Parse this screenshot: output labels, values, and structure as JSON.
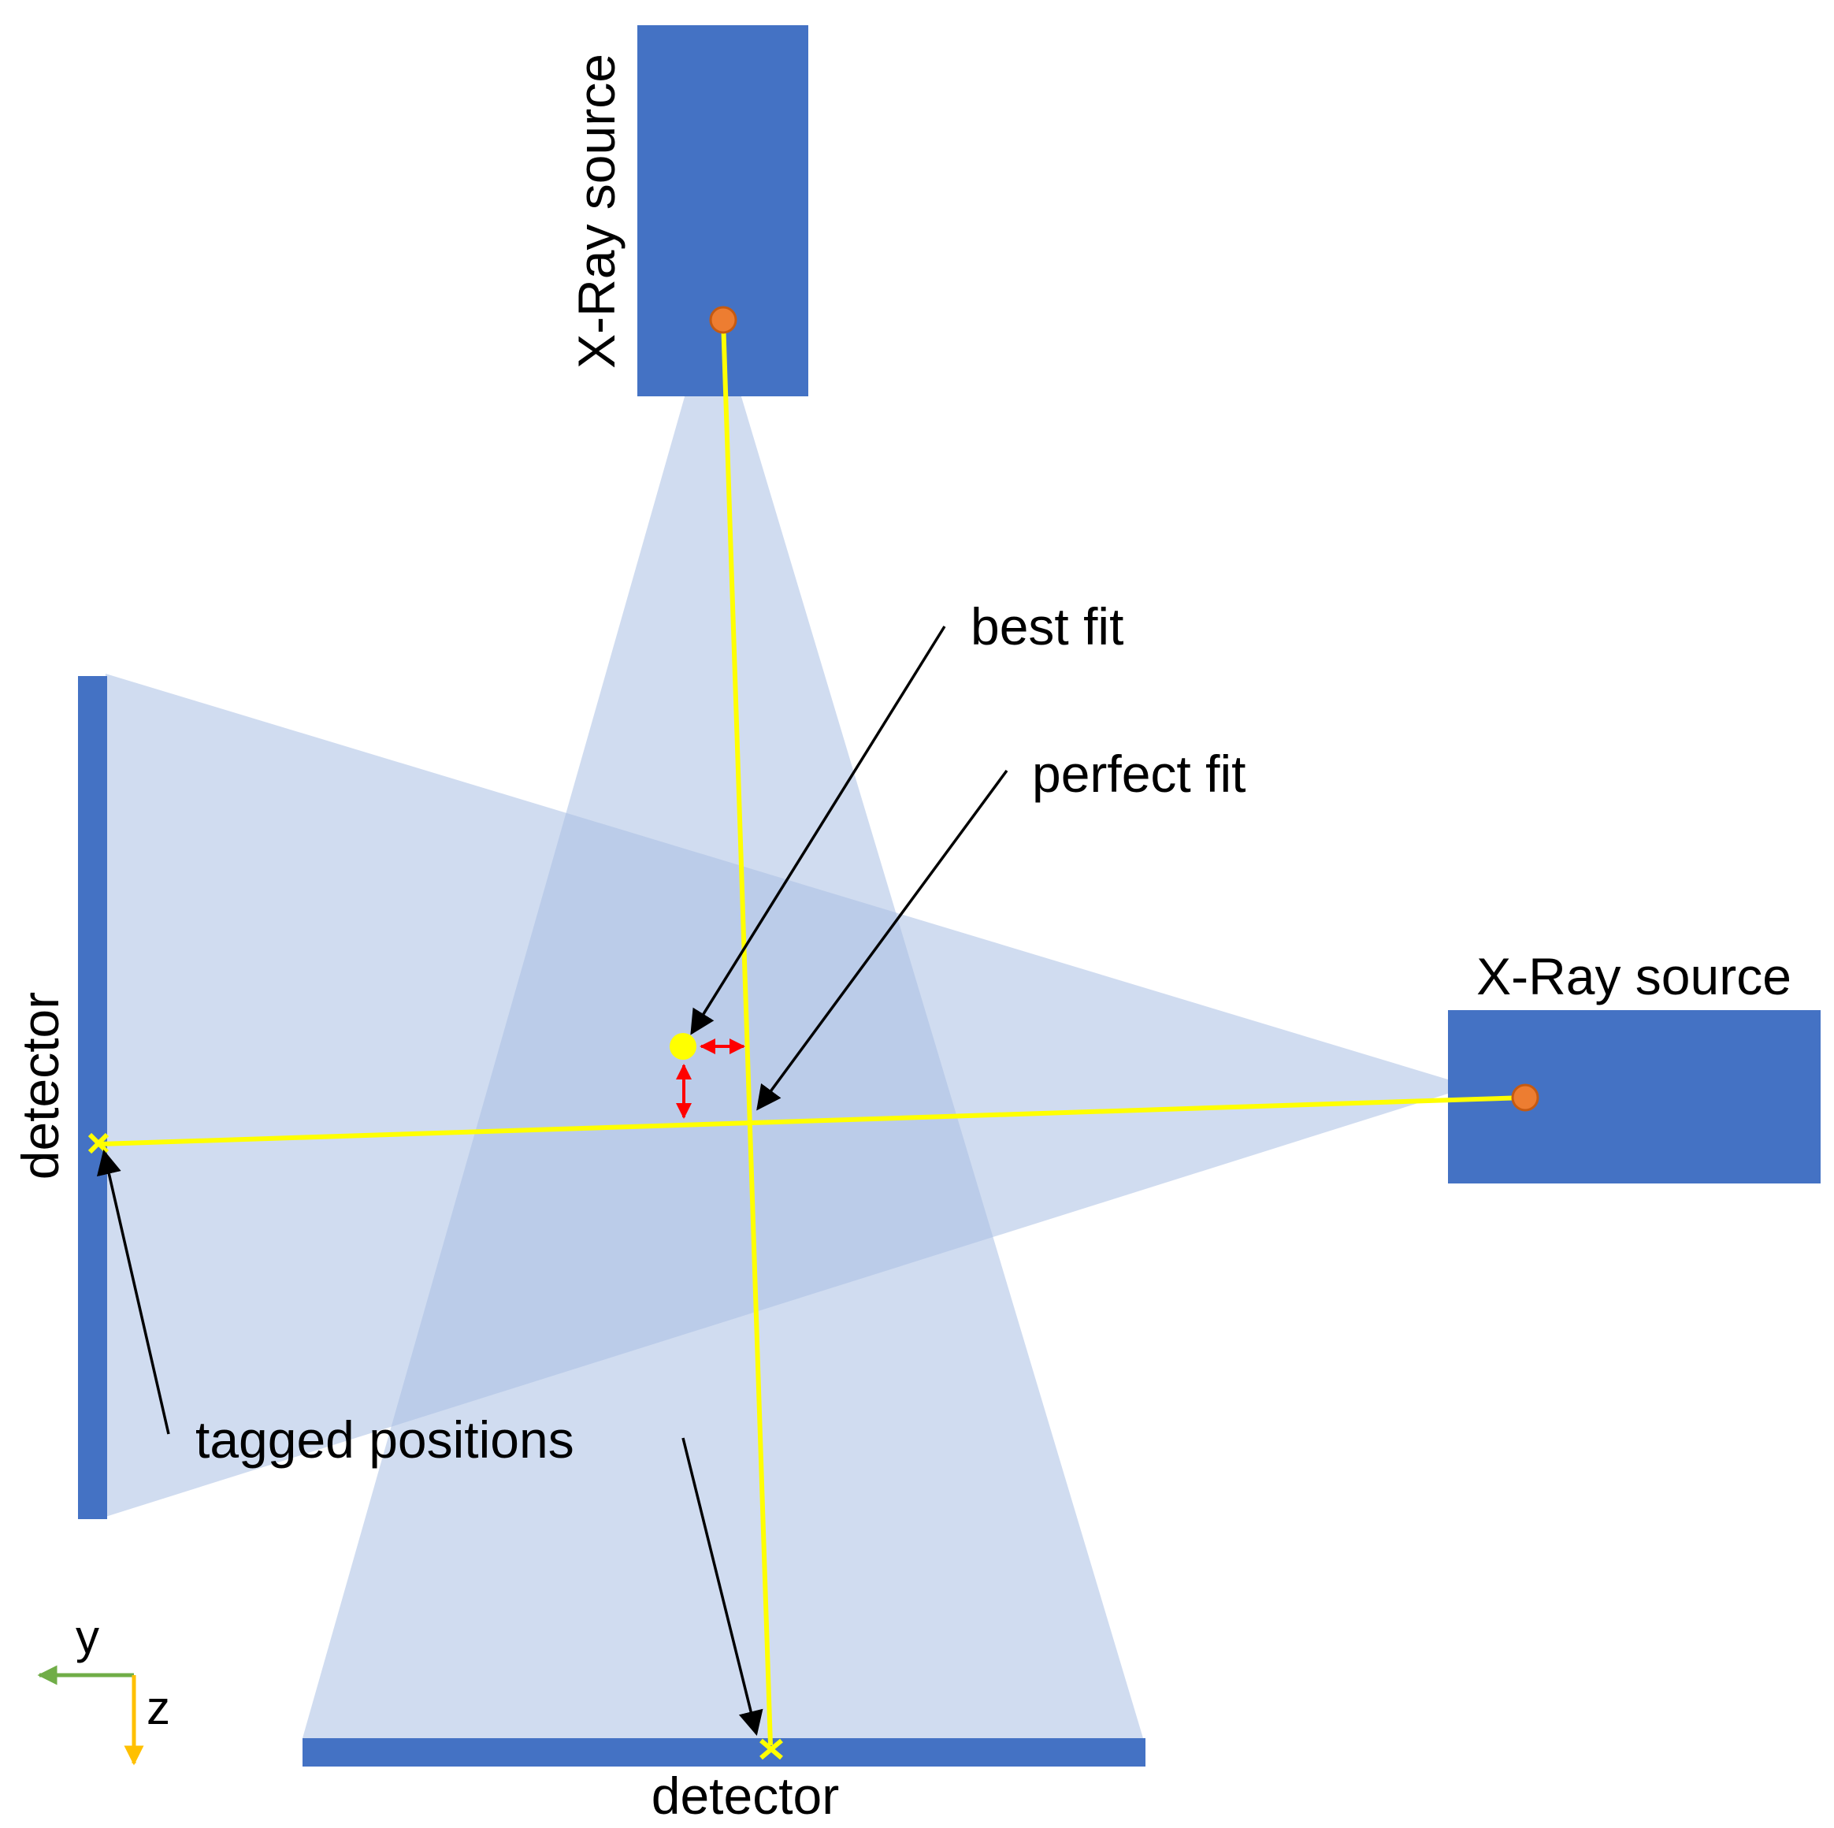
{
  "labels": {
    "source_top": "X-Ray source",
    "source_right": "X-Ray source",
    "detector_left": "detector",
    "detector_bottom": "detector",
    "best_fit": "best fit",
    "perfect_fit": "perfect fit",
    "tagged_positions": "tagged positions",
    "axis_y": "y",
    "axis_z": "z"
  },
  "colors": {
    "device_blue": "#4472C4",
    "beam_fill": "#A9BFE3",
    "ray_yellow": "#FFFF00",
    "source_point": "#ED7D31",
    "error_arrows": "#FF0000",
    "axis_y": "#70AD47",
    "axis_z": "#FFC000",
    "annotation": "#000000"
  }
}
